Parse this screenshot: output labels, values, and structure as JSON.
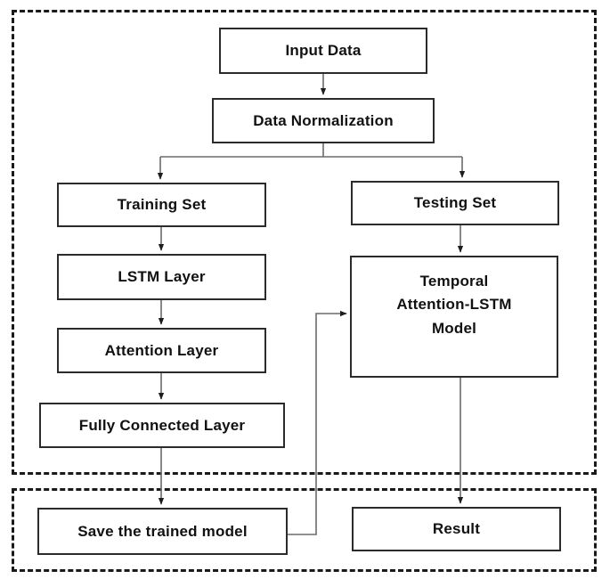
{
  "diagram": {
    "title": "Temporal Attention-LSTM training and inference flowchart",
    "type": "flowchart",
    "background_color": "#ffffff",
    "node_border_color": "#2b2b2b",
    "edge_color": "#4a4a4a",
    "container_border_color": "#1a1a1a",
    "text_color": "#111111"
  },
  "containers": [
    {
      "id": "training-phase",
      "style": "dashed",
      "label": ""
    },
    {
      "id": "output-phase",
      "style": "dashed",
      "label": ""
    }
  ],
  "nodes": {
    "input_data": "Input Data",
    "data_normalization": "Data Normalization",
    "training_set": "Training Set",
    "lstm_layer": "LSTM Layer",
    "attention_layer": "Attention Layer",
    "fully_connected_layer": "Fully Connected Layer",
    "testing_set": "Testing Set",
    "temporal_model_line1": "Temporal",
    "temporal_model_line2": "Attention-LSTM",
    "temporal_model_line3": "Model",
    "save_trained_model": "Save the trained model",
    "result": "Result"
  },
  "edges": [
    {
      "from": "input_data",
      "to": "data_normalization",
      "kind": "arrow"
    },
    {
      "from": "data_normalization",
      "to": "training_set",
      "kind": "branch-arrow"
    },
    {
      "from": "data_normalization",
      "to": "testing_set",
      "kind": "branch-arrow"
    },
    {
      "from": "training_set",
      "to": "lstm_layer",
      "kind": "arrow"
    },
    {
      "from": "lstm_layer",
      "to": "attention_layer",
      "kind": "arrow"
    },
    {
      "from": "attention_layer",
      "to": "fully_connected_layer",
      "kind": "arrow"
    },
    {
      "from": "fully_connected_layer",
      "to": "save_trained_model",
      "kind": "arrow"
    },
    {
      "from": "testing_set",
      "to": "temporal_model",
      "kind": "arrow"
    },
    {
      "from": "save_trained_model",
      "to": "temporal_model",
      "kind": "feedback-arrow"
    },
    {
      "from": "temporal_model",
      "to": "result",
      "kind": "arrow"
    }
  ]
}
